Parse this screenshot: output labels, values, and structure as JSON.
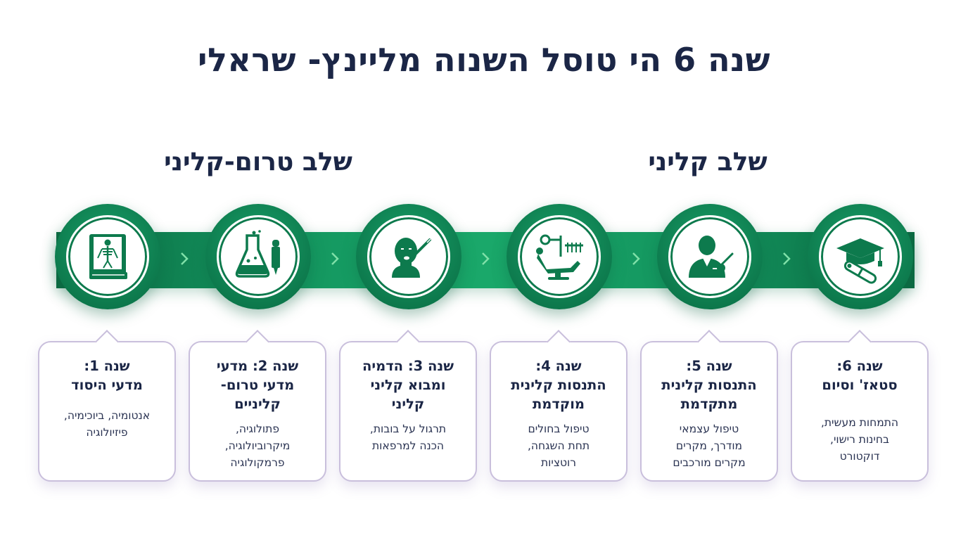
{
  "title": "שנה 6 הי טוסל השנוה מליינץ- שראלי",
  "phases": {
    "pre_clinical": "שלב טרום-קליני",
    "clinical": "שלב קליני"
  },
  "colors": {
    "primary_green": "#0d7a4d",
    "bright_green": "#1aa86a",
    "card_border": "#c9bfdc",
    "title_navy": "#1b2646"
  },
  "steps": [
    {
      "icon": "anatomy-book-skeleton-icon",
      "head_line1": "שנה 1:",
      "head_line2": "מדעי היסוד",
      "head_line3": "",
      "desc_line1": "אנטומיה, ביוכימיה,",
      "desc_line2": "פיזיולוגיה",
      "desc_line3": ""
    },
    {
      "icon": "lab-flask-dropper-icon",
      "head_line1": "שנה 2: מדעי",
      "head_line2": "מדעי טרום-",
      "head_line3": "קליניים",
      "desc_line1": "פתולוגיה,",
      "desc_line2": "מיקרוביולוגיה,",
      "desc_line3": "פרמקולוגיה"
    },
    {
      "icon": "phantom-head-simulation-icon",
      "head_line1": "שנה 3: הדמיה",
      "head_line2": "ומבוא קליני",
      "head_line3": "קליני",
      "desc_line1": "תרגול על בובות,",
      "desc_line2": "הכנה למרפאות",
      "desc_line3": ""
    },
    {
      "icon": "dental-chair-icon",
      "head_line1": "שנה 4:",
      "head_line2": "התנסות קלינית",
      "head_line3": "מוקדמת",
      "desc_line1": "טיפול בחולים",
      "desc_line2": "תחת השגחה,",
      "desc_line3": "רוטציות"
    },
    {
      "icon": "dentist-practitioner-icon",
      "head_line1": "שנה 5:",
      "head_line2": "התנסות קלינית",
      "head_line3": "מתקדמת",
      "desc_line1": "טיפול עצמאי",
      "desc_line2": "מודרך, מקרים",
      "desc_line3": "מקרים מורכבים"
    },
    {
      "icon": "graduation-cap-diploma-icon",
      "head_line1": "שנה 6:",
      "head_line2": "סטאז' וסיום",
      "head_line3": "",
      "desc_line1": "התמחות מעשית,",
      "desc_line2": "בחינות רישוי,",
      "desc_line3": "דוקטורט"
    }
  ]
}
